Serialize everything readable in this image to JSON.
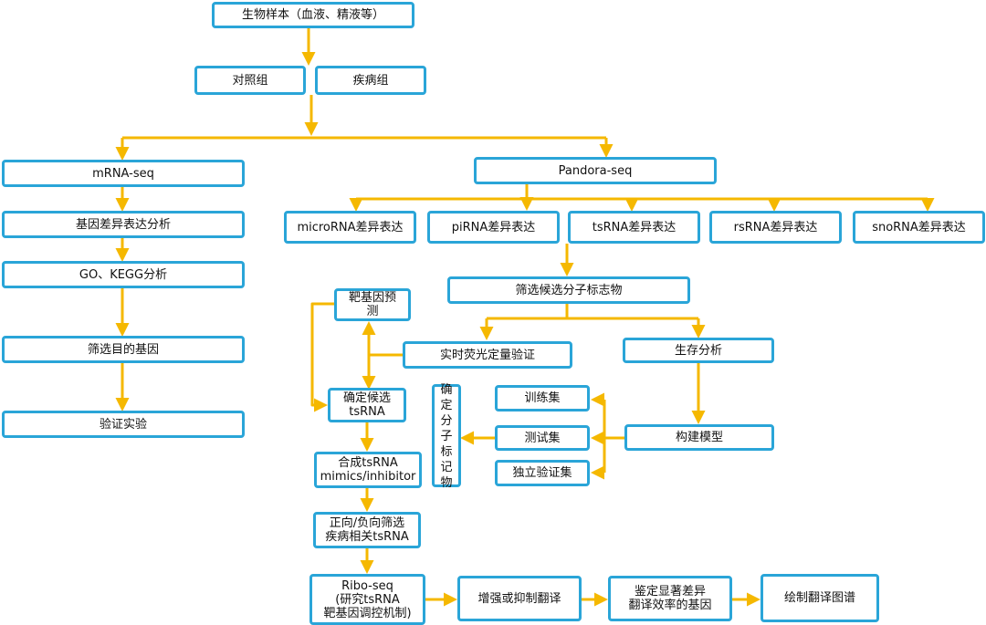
{
  "colors": {
    "box_border": "#2aa5d8",
    "arrow": "#f5b800",
    "text": "#111111"
  },
  "nodes": {
    "sample": "生物样本（血液、精液等）",
    "control": "对照组",
    "disease": "疾病组",
    "mrna_seq": "mRNA-seq",
    "gene_diff": "基因差异表达分析",
    "go_kegg": "GO、KEGG分析",
    "screen_genes": "筛选目的基因",
    "validation": "验证实验",
    "pandora_seq": "Pandora-seq",
    "microrna": "microRNA差异表达",
    "pirna": "piRNA差异表达",
    "tsrna": "tsRNA差异表达",
    "rsrna": "rsRNA差异表达",
    "snorna": "snoRNA差异表达",
    "screen_markers": "筛选候选分子标志物",
    "target_predict": "靶基因预测",
    "qpcr": "实时荧光定量验证",
    "survival": "生存分析",
    "confirm_line1": "确定候选",
    "confirm_line2": "tsRNA",
    "training": "训练集",
    "test": "测试集",
    "independent": "独立验证集",
    "build_model": "构建模型",
    "marker_vertical": "确定分子标记物",
    "synth_line1": "合成tsRNA",
    "synth_line2": "mimics/inhibitor",
    "screen_line1": "正向/负向筛选",
    "screen_line2": "疾病相关tsRNA",
    "ribo_line1": "Ribo-seq",
    "ribo_line2": "(研究tsRNA",
    "ribo_line3": "靶基因调控机制)",
    "enhance": "增强或抑制翻译",
    "identify_line1": "鉴定显著差异",
    "identify_line2": "翻译效率的基因",
    "draw_map": "绘制翻译图谱"
  }
}
